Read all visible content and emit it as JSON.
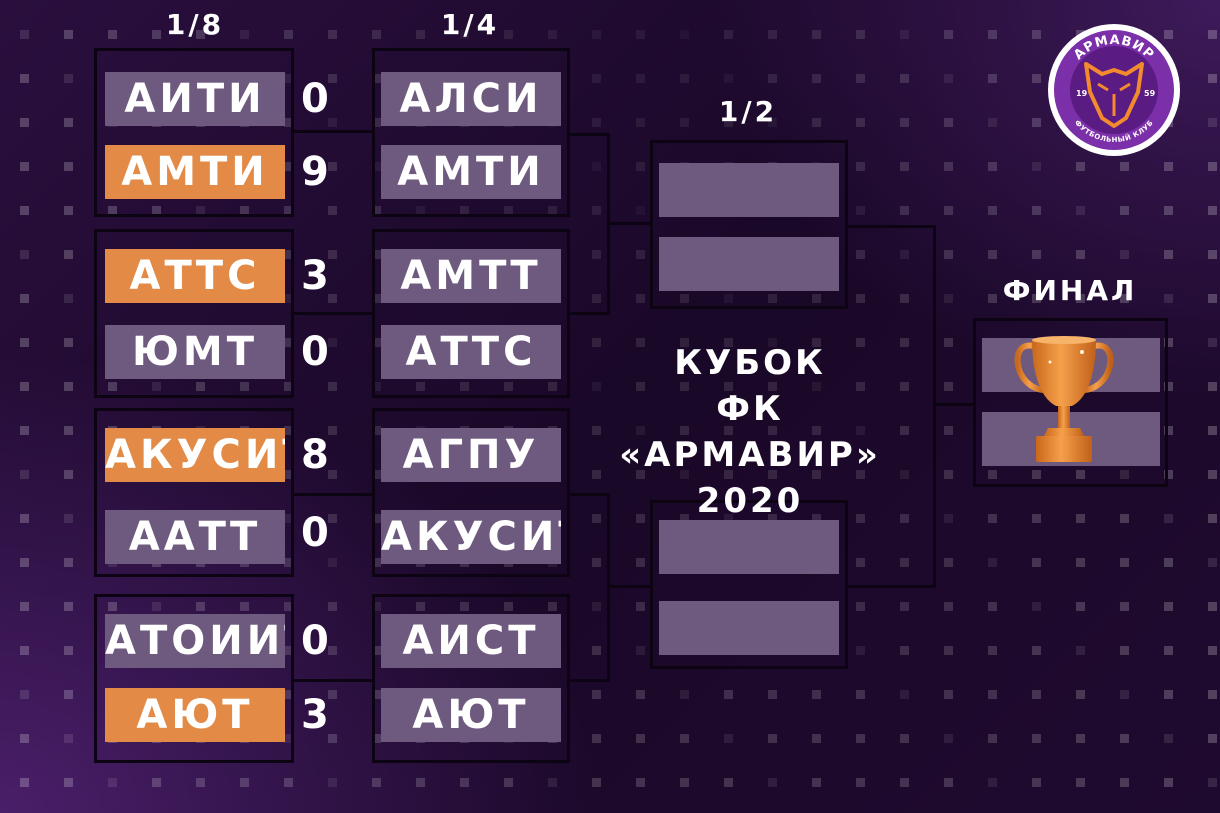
{
  "rounds": {
    "r16": "1/8",
    "qf": "1/4",
    "sf": "1/2",
    "final": "ФИНАЛ"
  },
  "title": {
    "line1": "КУБОК",
    "line2": "ФК «АРМАВИР»",
    "line3": "2020"
  },
  "logo": {
    "name": "АРМАВИР",
    "club": "ФУТБОЛЬНЫЙ КЛУБ",
    "year_left": "19",
    "year_right": "59"
  },
  "r16": [
    {
      "a": "АИТИ",
      "a_score": "0",
      "b": "АМТИ",
      "b_score": "9",
      "winner": "b"
    },
    {
      "a": "АТТС",
      "a_score": "3",
      "b": "ЮМТ",
      "b_score": "0",
      "winner": "a"
    },
    {
      "a": "АКУСИТ",
      "a_score": "8",
      "b": "ААТТ",
      "b_score": "0",
      "winner": "a"
    },
    {
      "a": "АТОИИТ",
      "a_score": "0",
      "b": "АЮТ",
      "b_score": "3",
      "winner": "b"
    }
  ],
  "qf": [
    {
      "a": "АЛСИ",
      "b": "АМТИ"
    },
    {
      "a": "АМТТ",
      "b": "АТТС"
    },
    {
      "a": "АГПУ",
      "b": "АКУСИТ"
    },
    {
      "a": "АИСТ",
      "b": "АЮТ"
    }
  ],
  "colors": {
    "slot": "#6e5a7e",
    "winner": "#e38a46",
    "border": "#0c0412",
    "trophy": "#e38a2c"
  },
  "icons": {
    "trophy": "trophy-icon",
    "logo": "fox-logo"
  }
}
